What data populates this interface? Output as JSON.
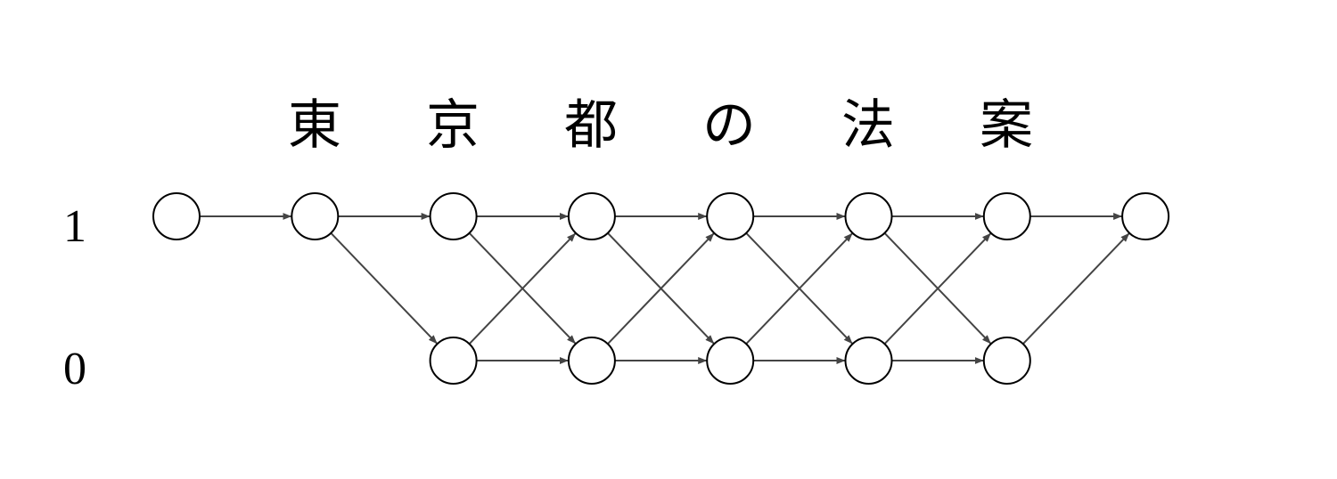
{
  "characters": [
    "東",
    "京",
    "都",
    "の",
    "法",
    "案"
  ],
  "row_labels": {
    "top": "1",
    "bottom": "0"
  },
  "colors": {
    "edge": "#444444",
    "node_stroke": "#000000"
  },
  "lattice": {
    "columns": 8,
    "top_row_columns": [
      0,
      1,
      2,
      3,
      4,
      5,
      6,
      7
    ],
    "bottom_row_columns": [
      2,
      3,
      4,
      5,
      6
    ],
    "edges": [
      [
        "1-0",
        "1-1"
      ],
      [
        "1-1",
        "1-2"
      ],
      [
        "1-1",
        "0-2"
      ],
      [
        "1-2",
        "1-3"
      ],
      [
        "1-2",
        "0-3"
      ],
      [
        "0-2",
        "1-3"
      ],
      [
        "0-2",
        "0-3"
      ],
      [
        "1-3",
        "1-4"
      ],
      [
        "1-3",
        "0-4"
      ],
      [
        "0-3",
        "1-4"
      ],
      [
        "0-3",
        "0-4"
      ],
      [
        "1-4",
        "1-5"
      ],
      [
        "1-4",
        "0-5"
      ],
      [
        "0-4",
        "1-5"
      ],
      [
        "0-4",
        "0-5"
      ],
      [
        "1-5",
        "1-6"
      ],
      [
        "1-5",
        "0-6"
      ],
      [
        "0-5",
        "1-6"
      ],
      [
        "0-5",
        "0-6"
      ],
      [
        "1-6",
        "1-7"
      ],
      [
        "0-6",
        "1-7"
      ]
    ]
  }
}
